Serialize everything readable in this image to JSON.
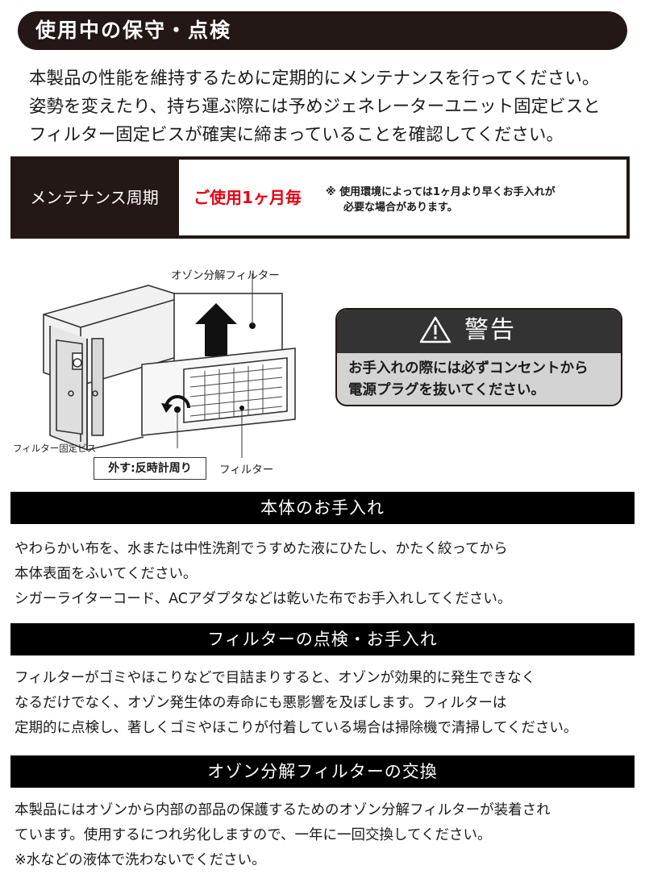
{
  "header": {
    "title": "使用中の保守・点検"
  },
  "intro": {
    "lines": [
      "本製品の性能を維持するために定期的にメンテナンスを行ってください。",
      "姿勢を変えたり、持ち運ぶ際には予めジェネレーターユニット固定ビスと",
      "フィルター固定ビスが確実に締まっていることを確認してください。"
    ]
  },
  "maintenance": {
    "label": "メンテナンス周期",
    "cycle": "ご使用1ヶ月毎",
    "note_line1": "※ 使用環境によっては1ヶ月より早くお手入れが",
    "note_line2": "必要な場合があります。"
  },
  "illustration": {
    "ozone_filter_label": "オゾン分解フィルター",
    "screw_label": "フィルター固定ビス",
    "rotation_label": "外す:反時計周り",
    "filter_label": "フィルター"
  },
  "warning": {
    "title": "警告",
    "line1": "お手入れの際には必ずコンセントから",
    "line2": "電源プラグを抜いてください。"
  },
  "sections": {
    "body_care": {
      "title": "本体のお手入れ",
      "lines": [
        "やわらかい布を、水または中性洗剤でうすめた液にひたし、かたく絞ってから",
        "本体表面をふいてください。",
        "シガーライターコード、ACアダプタなどは乾いた布でお手入れしてください。"
      ]
    },
    "filter_check": {
      "title": "フィルターの点検・お手入れ",
      "lines": [
        "フィルターがゴミやほこりなどで目詰まりすると、オゾンが効果的に発生できなく",
        "なるだけでなく、オゾン発生体の寿命にも悪影響を及ぼします。フィルターは",
        "定期的に点検し、著しくゴミやほこりが付着している場合は掃除機で清掃してください。"
      ]
    },
    "ozone_filter": {
      "title": "オゾン分解フィルターの交換",
      "lines": [
        "本製品にはオゾンから内部の部品の保護するためのオゾン分解フィルターが装着され",
        "ています。使用するにつれ劣化しますので、一年に一回交換してください。",
        "※水などの液体で洗わないでください。"
      ]
    }
  },
  "colors": {
    "accent_red": "#e60012",
    "dark": "#231815",
    "warning_bg": "#d3d3d3"
  }
}
